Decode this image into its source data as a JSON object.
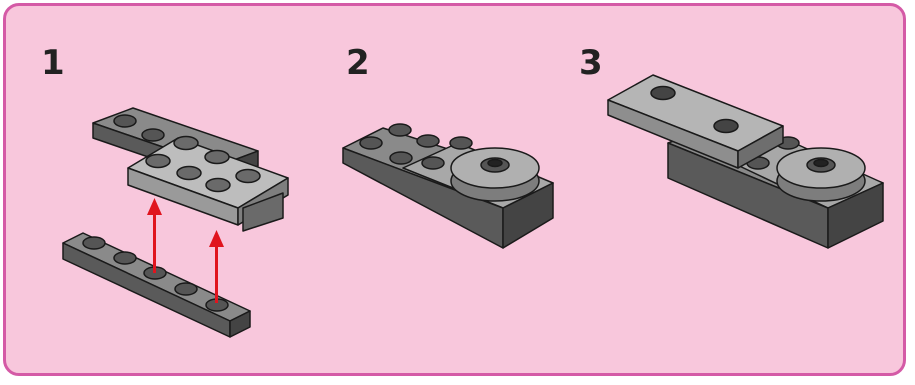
{
  "steps": [
    {
      "number": "1",
      "icon": "plate-assembly-icon"
    },
    {
      "number": "2",
      "icon": "plate-with-turntable-icon"
    },
    {
      "number": "3",
      "icon": "completed-assembly-icon"
    }
  ],
  "colors": {
    "panel_background": "#f8c7dc",
    "panel_border": "#d45aa6",
    "dark_brick": "#6b6b6b",
    "light_brick": "#a3a3a3",
    "outline": "#1a1a1a",
    "arrow": "#e0141e"
  }
}
